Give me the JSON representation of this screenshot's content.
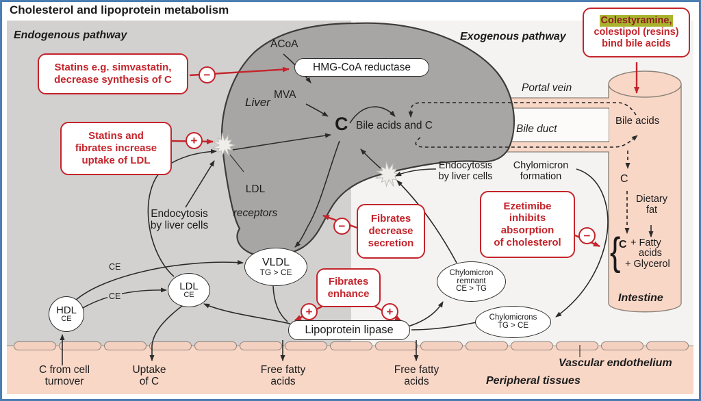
{
  "title": "Cholesterol and lipoprotein metabolism",
  "pathways": {
    "endogenous": "Endogenous pathway",
    "exogenous": "Exogenous pathway"
  },
  "organs": {
    "liver": "Liver",
    "intestine": "Intestine",
    "portal_vein": "Portal vein",
    "bile_duct": "Bile duct",
    "peripheral_tissues": "Peripheral tissues",
    "vascular_endothelium": "Vascular endothelium"
  },
  "enzymes": {
    "hmg_coa_reductase": "HMG-CoA reductase",
    "lipoprotein_lipase": "Lipoprotein lipase"
  },
  "metabolites": {
    "acoa": "ACoA",
    "mva": "MVA",
    "c_liver": "C",
    "bile_acids_and_c": "Bile acids and C",
    "bile_acids": "Bile acids",
    "c_intestine": "C",
    "dietary_fat": "Dietary\nfat",
    "c_product": "C",
    "fatty_line1": "+ Fatty",
    "fatty_line2": "acids",
    "glycerol": "+ Glycerol",
    "ce_upper": "CE",
    "ce_lower": "CE",
    "ffa_left": "Free fatty\nacids",
    "ffa_right": "Free fatty\nacids",
    "c_from_cell": "C from cell\nturnover",
    "uptake_of_c": "Uptake\nof C"
  },
  "lipoproteins": {
    "hdl": {
      "name": "HDL",
      "composition": "CE"
    },
    "ldl": {
      "name": "LDL",
      "composition": "CE"
    },
    "vldl": {
      "name": "VLDL",
      "composition": "TG > CE"
    },
    "chylomicron_remnant": {
      "name": "Chylomicron\nremnant",
      "composition": "CE > TG"
    },
    "chylomicrons": {
      "name": "Chylomicrons",
      "composition": "TG > CE"
    }
  },
  "processes": {
    "ldl_receptors_line1": "LDL",
    "ldl_receptors_line2": "receptors",
    "endocytosis_left": "Endocytosis\nby liver cells",
    "endocytosis_right": "Endocytosis\nby liver cells",
    "chylomicron_formation": "Chylomicron\nformation"
  },
  "drugs": {
    "statins_synthesis": "Statins e.g. simvastatin,\ndecrease synthesis of C",
    "statins_fibrates_uptake": "Statins and\nfibrates increase\nuptake of LDL",
    "fibrates_secretion": "Fibrates\ndecrease\nsecretion",
    "fibrates_enhance": "Fibrates\nenhance",
    "ezetimibe": "Ezetimibe\ninhibits\nabsorption\nof cholesterol",
    "colestyramine_highlight": "Colestyramine,",
    "colestyramine_rest": "colestipol (resins)\nbind bile acids"
  },
  "signs": {
    "minus": "−",
    "plus": "+"
  },
  "brace": "{",
  "colors": {
    "accent_red": "#c4242b",
    "highlight_olive": "#a9b32e",
    "frame_blue": "#4d7eb2",
    "panel_gray": "#d2d1d0",
    "panel_light": "#f4f3f1",
    "liver_gray": "#a8a6a4",
    "vessel_pink": "#f8d7c7",
    "cell_pink": "#f4d0c0"
  }
}
